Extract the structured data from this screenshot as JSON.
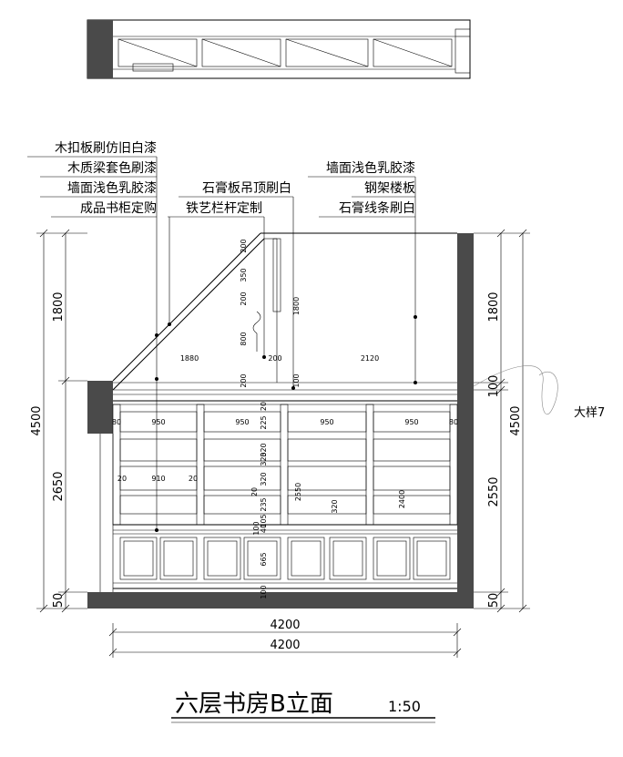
{
  "drawing": {
    "title": "六层书房B立面",
    "scale": "1:50",
    "detail_ref": "大样7"
  },
  "callouts_left": [
    "木扣板刷仿旧白漆",
    "木质梁套色刷漆",
    "墙面浅色乳胶漆",
    "成品书柜定购"
  ],
  "callouts_mid": [
    "石膏板吊顶刷白",
    "铁艺栏杆定制"
  ],
  "callouts_right": [
    "墙面浅色乳胶漆",
    "钢架楼板",
    "石膏线条刷白"
  ],
  "dims": {
    "left_total": "4500",
    "left_top": "1800",
    "left_mid": "2650",
    "left_bottom": "50",
    "right_total": "4500",
    "right_top": "1800",
    "right_slab": "100",
    "right_mid": "2550",
    "right_bottom": "50",
    "bottom_1": "4200",
    "bottom_2": "4200",
    "span_left": "1880",
    "span_200": "200",
    "span_right": "2120",
    "rail_200": "200",
    "rail_350": "350",
    "rail_1800": "1800",
    "rail_800": "800",
    "rail_200b": "200",
    "slab_100": "100",
    "col_80a": "80",
    "col_950a": "950",
    "col_950b": "950",
    "col_950c": "950",
    "col_950d": "950",
    "col_80b": "80",
    "col_20a": "20",
    "col_910": "910",
    "col_20b": "20",
    "shelf_225": "225",
    "shelf_320a": "320",
    "shelf_320b": "320",
    "shelf_320c": "320",
    "shelf_235": "235",
    "shelf_20a": "20",
    "shelf_105": "105",
    "shelf_100": "100",
    "shelf_40": "40",
    "shelf_665": "665",
    "shelf_100b": "100",
    "h_2550": "2550",
    "h_320": "320",
    "h_2400": "2400",
    "h_20top": "20",
    "h_200top": "200"
  }
}
